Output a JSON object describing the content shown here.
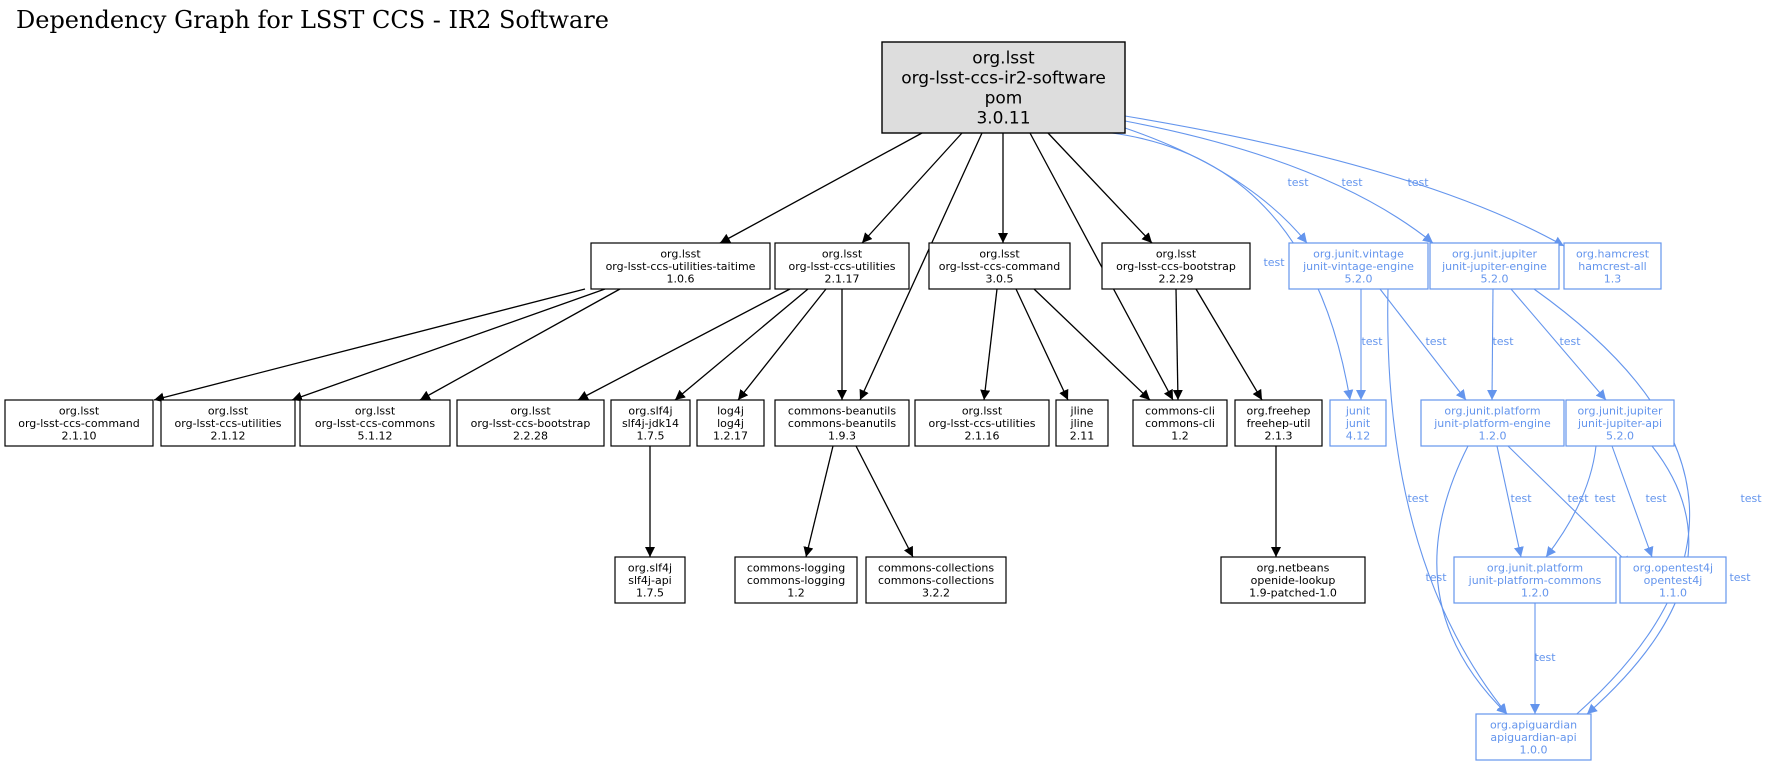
{
  "title": "Dependency Graph for LSST CCS - IR2 Software",
  "colors": {
    "compile": "#000000",
    "test": "#6495ed",
    "root_fill": "#dddddd"
  },
  "root": {
    "id": "root",
    "lines": [
      "org.lsst",
      "org-lsst-ccs-ir2-software",
      "pom",
      "3.0.11"
    ]
  },
  "nodes": [
    {
      "id": "taitime",
      "lines": [
        "org.lsst",
        "org-lsst-ccs-utilities-taitime",
        "1.0.6"
      ],
      "scope": "compile"
    },
    {
      "id": "utilities",
      "lines": [
        "org.lsst",
        "org-lsst-ccs-utilities",
        "2.1.17"
      ],
      "scope": "compile"
    },
    {
      "id": "command305",
      "lines": [
        "org.lsst",
        "org-lsst-ccs-command",
        "3.0.5"
      ],
      "scope": "compile"
    },
    {
      "id": "bootstrap2229",
      "lines": [
        "org.lsst",
        "org-lsst-ccs-bootstrap",
        "2.2.29"
      ],
      "scope": "compile"
    },
    {
      "id": "vintage",
      "lines": [
        "org.junit.vintage",
        "junit-vintage-engine",
        "5.2.0"
      ],
      "scope": "test"
    },
    {
      "id": "jupiterengine",
      "lines": [
        "org.junit.jupiter",
        "junit-jupiter-engine",
        "5.2.0"
      ],
      "scope": "test"
    },
    {
      "id": "hamcrest",
      "lines": [
        "org.hamcrest",
        "hamcrest-all",
        "1.3"
      ],
      "scope": "test"
    },
    {
      "id": "command2110",
      "lines": [
        "org.lsst",
        "org-lsst-ccs-command",
        "2.1.10"
      ],
      "scope": "compile"
    },
    {
      "id": "utilities2112",
      "lines": [
        "org.lsst",
        "org-lsst-ccs-utilities",
        "2.1.12"
      ],
      "scope": "compile"
    },
    {
      "id": "commons5112",
      "lines": [
        "org.lsst",
        "org-lsst-ccs-commons",
        "5.1.12"
      ],
      "scope": "compile"
    },
    {
      "id": "bootstrap2228",
      "lines": [
        "org.lsst",
        "org-lsst-ccs-bootstrap",
        "2.2.28"
      ],
      "scope": "compile"
    },
    {
      "id": "slf4jjdk",
      "lines": [
        "org.slf4j",
        "slf4j-jdk14",
        "1.7.5"
      ],
      "scope": "compile"
    },
    {
      "id": "log4j",
      "lines": [
        "log4j",
        "log4j",
        "1.2.17"
      ],
      "scope": "compile"
    },
    {
      "id": "beanutils",
      "lines": [
        "commons-beanutils",
        "commons-beanutils",
        "1.9.3"
      ],
      "scope": "compile"
    },
    {
      "id": "utilities2116",
      "lines": [
        "org.lsst",
        "org-lsst-ccs-utilities",
        "2.1.16"
      ],
      "scope": "compile"
    },
    {
      "id": "jline",
      "lines": [
        "jline",
        "jline",
        "2.11"
      ],
      "scope": "compile"
    },
    {
      "id": "commonscli",
      "lines": [
        "commons-cli",
        "commons-cli",
        "1.2"
      ],
      "scope": "compile"
    },
    {
      "id": "freehep",
      "lines": [
        "org.freehep",
        "freehep-util",
        "2.1.3"
      ],
      "scope": "compile"
    },
    {
      "id": "junit",
      "lines": [
        "junit",
        "junit",
        "4.12"
      ],
      "scope": "test"
    },
    {
      "id": "platformengine",
      "lines": [
        "org.junit.platform",
        "junit-platform-engine",
        "1.2.0"
      ],
      "scope": "test"
    },
    {
      "id": "jupiterapi",
      "lines": [
        "org.junit.jupiter",
        "junit-jupiter-api",
        "5.2.0"
      ],
      "scope": "test"
    },
    {
      "id": "slf4japi",
      "lines": [
        "org.slf4j",
        "slf4j-api",
        "1.7.5"
      ],
      "scope": "compile"
    },
    {
      "id": "logging",
      "lines": [
        "commons-logging",
        "commons-logging",
        "1.2"
      ],
      "scope": "compile"
    },
    {
      "id": "collections",
      "lines": [
        "commons-collections",
        "commons-collections",
        "3.2.2"
      ],
      "scope": "compile"
    },
    {
      "id": "openide",
      "lines": [
        "org.netbeans",
        "openide-lookup",
        "1.9-patched-1.0"
      ],
      "scope": "compile"
    },
    {
      "id": "platformcommons",
      "lines": [
        "org.junit.platform",
        "junit-platform-commons",
        "1.2.0"
      ],
      "scope": "test"
    },
    {
      "id": "opentest4j",
      "lines": [
        "org.opentest4j",
        "opentest4j",
        "1.1.0"
      ],
      "scope": "test"
    },
    {
      "id": "apiguardian",
      "lines": [
        "org.apiguardian",
        "apiguardian-api",
        "1.0.0"
      ],
      "scope": "test"
    }
  ],
  "edges": [
    {
      "from": "root",
      "to": "taitime",
      "scope": "compile"
    },
    {
      "from": "root",
      "to": "utilities",
      "scope": "compile"
    },
    {
      "from": "root",
      "to": "beanutils",
      "scope": "compile"
    },
    {
      "from": "root",
      "to": "command305",
      "scope": "compile"
    },
    {
      "from": "root",
      "to": "commonscli",
      "scope": "compile"
    },
    {
      "from": "root",
      "to": "bootstrap2229",
      "scope": "compile"
    },
    {
      "from": "root",
      "to": "junit",
      "scope": "test",
      "label": "test"
    },
    {
      "from": "root",
      "to": "vintage",
      "scope": "test",
      "label": "test"
    },
    {
      "from": "root",
      "to": "jupiterengine",
      "scope": "test",
      "label": "test"
    },
    {
      "from": "root",
      "to": "hamcrest",
      "scope": "test",
      "label": "test"
    },
    {
      "from": "taitime",
      "to": "command2110",
      "scope": "compile"
    },
    {
      "from": "taitime",
      "to": "utilities2112",
      "scope": "compile"
    },
    {
      "from": "taitime",
      "to": "commons5112",
      "scope": "compile"
    },
    {
      "from": "utilities",
      "to": "bootstrap2228",
      "scope": "compile"
    },
    {
      "from": "utilities",
      "to": "slf4jjdk",
      "scope": "compile"
    },
    {
      "from": "utilities",
      "to": "log4j",
      "scope": "compile"
    },
    {
      "from": "utilities",
      "to": "beanutils",
      "scope": "compile"
    },
    {
      "from": "command305",
      "to": "utilities2116",
      "scope": "compile"
    },
    {
      "from": "command305",
      "to": "jline",
      "scope": "compile"
    },
    {
      "from": "command305",
      "to": "commonscli",
      "scope": "compile"
    },
    {
      "from": "bootstrap2229",
      "to": "commonscli",
      "scope": "compile"
    },
    {
      "from": "bootstrap2229",
      "to": "freehep",
      "scope": "compile"
    },
    {
      "from": "vintage",
      "to": "junit",
      "scope": "test",
      "label": "test"
    },
    {
      "from": "vintage",
      "to": "platformengine",
      "scope": "test",
      "label": "test"
    },
    {
      "from": "vintage",
      "to": "apiguardian",
      "scope": "test",
      "label": "test"
    },
    {
      "from": "jupiterengine",
      "to": "platformengine",
      "scope": "test",
      "label": "test"
    },
    {
      "from": "jupiterengine",
      "to": "jupiterapi",
      "scope": "test",
      "label": "test"
    },
    {
      "from": "jupiterengine",
      "to": "apiguardian",
      "scope": "test",
      "label": "test"
    },
    {
      "from": "slf4jjdk",
      "to": "slf4japi",
      "scope": "compile"
    },
    {
      "from": "beanutils",
      "to": "logging",
      "scope": "compile"
    },
    {
      "from": "beanutils",
      "to": "collections",
      "scope": "compile"
    },
    {
      "from": "freehep",
      "to": "openide",
      "scope": "compile"
    },
    {
      "from": "platformengine",
      "to": "platformcommons",
      "scope": "test",
      "label": "test"
    },
    {
      "from": "platformengine",
      "to": "opentest4j",
      "scope": "test",
      "label": "test"
    },
    {
      "from": "platformengine",
      "to": "apiguardian",
      "scope": "test",
      "label": "test"
    },
    {
      "from": "jupiterapi",
      "to": "platformcommons",
      "scope": "test",
      "label": "test"
    },
    {
      "from": "jupiterapi",
      "to": "opentest4j",
      "scope": "test",
      "label": "test"
    },
    {
      "from": "jupiterapi",
      "to": "apiguardian",
      "scope": "test",
      "label": "test"
    },
    {
      "from": "platformcommons",
      "to": "apiguardian",
      "scope": "test",
      "label": "test"
    }
  ]
}
